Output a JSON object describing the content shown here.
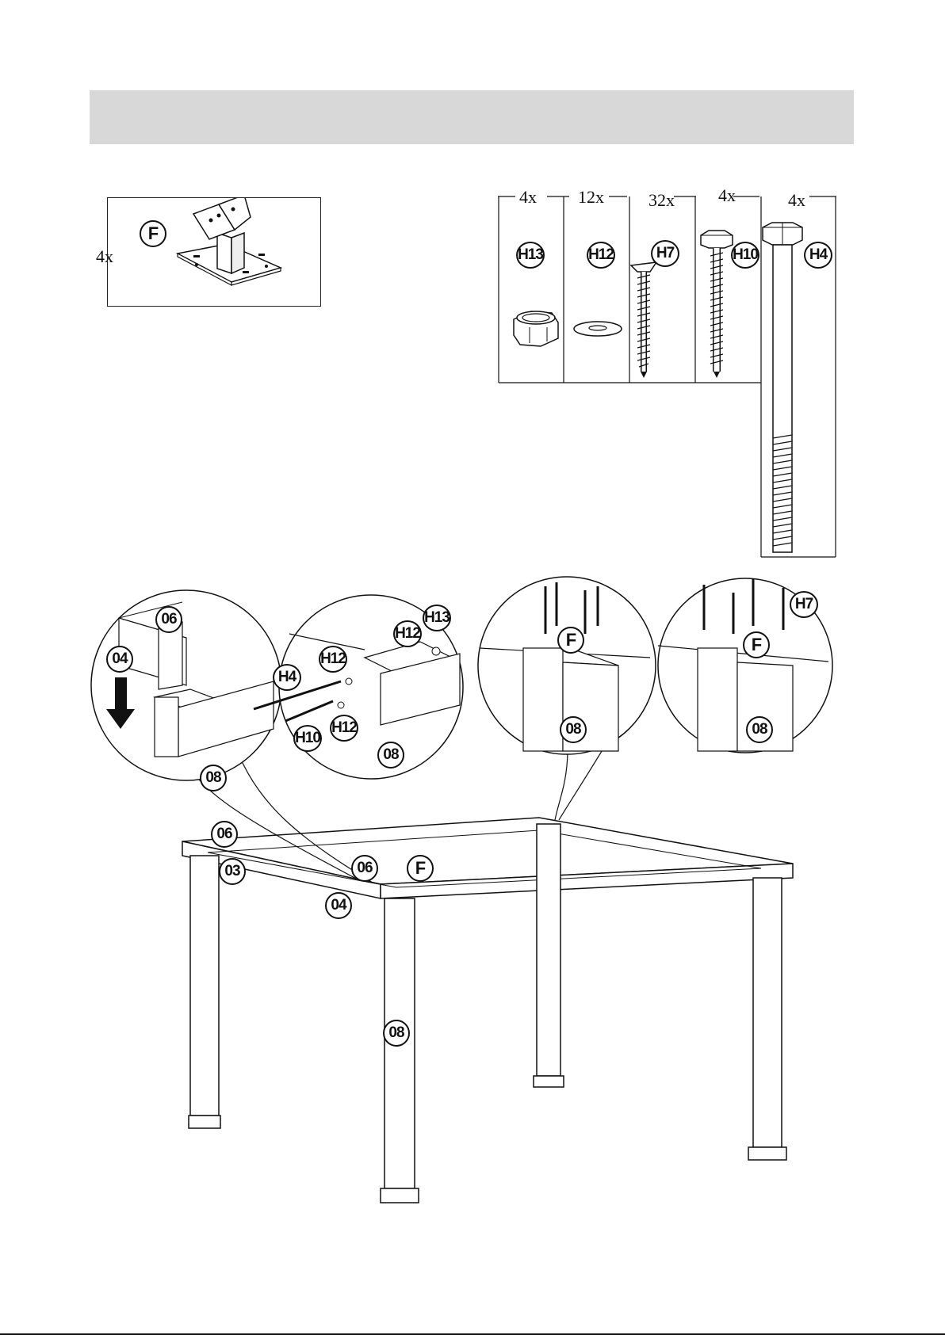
{
  "header": {
    "title": ""
  },
  "part_box": {
    "badge": "F",
    "quantity": "4x"
  },
  "hardware": [
    {
      "quantity": "4x",
      "code": "H13",
      "icon": "hex-nut-icon"
    },
    {
      "quantity": "12x",
      "code": "H12",
      "icon": "washer-icon"
    },
    {
      "quantity": "32x",
      "code": "H7",
      "icon": "wood-screw-icon"
    },
    {
      "quantity": "4x",
      "code": "H10",
      "icon": "lag-screw-icon"
    },
    {
      "quantity": "4x",
      "code": "H4",
      "icon": "hex-bolt-icon"
    }
  ],
  "detail_1": {
    "labels": [
      "06",
      "04",
      "H4",
      "08"
    ]
  },
  "detail_2": {
    "labels": [
      "H13",
      "H12",
      "H12",
      "H10",
      "H12",
      "08"
    ]
  },
  "detail_3": {
    "labels": [
      "F",
      "08"
    ]
  },
  "detail_4": {
    "labels": [
      "H7",
      "F",
      "08"
    ]
  },
  "main_frame": {
    "labels": [
      "06",
      "03",
      "06",
      "F",
      "04",
      "08"
    ]
  }
}
